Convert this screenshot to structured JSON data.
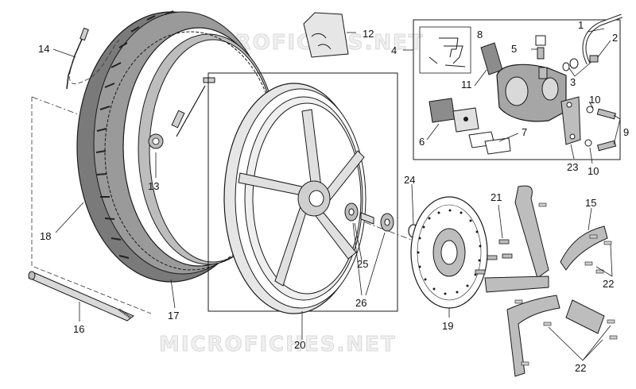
{
  "watermark": {
    "top": "MICROFICHES.NET",
    "bottom": "MICROFICHES.NET"
  },
  "labels": {
    "l1": "1",
    "l2": "2",
    "l3": "3",
    "l4": "4",
    "l5": "5",
    "l6": "6",
    "l7": "7",
    "l8": "8",
    "l9": "9",
    "l10a": "10",
    "l10b": "10",
    "l11": "11",
    "l12": "12",
    "l13": "13",
    "l14": "14",
    "l16": "16",
    "l17": "17",
    "l18": "18",
    "l19": "19",
    "l20": "20",
    "l21": "21",
    "l22a": "22",
    "l22b": "22",
    "l23": "23",
    "l24": "24",
    "l25": "25",
    "l26": "26",
    "l15": "15"
  },
  "colors": {
    "line": "#1a1a1a",
    "tire": "#8c8c8c",
    "tireDark": "#5e5e5e",
    "rim": "#e3e3e3",
    "part": "#bdbdbd"
  }
}
